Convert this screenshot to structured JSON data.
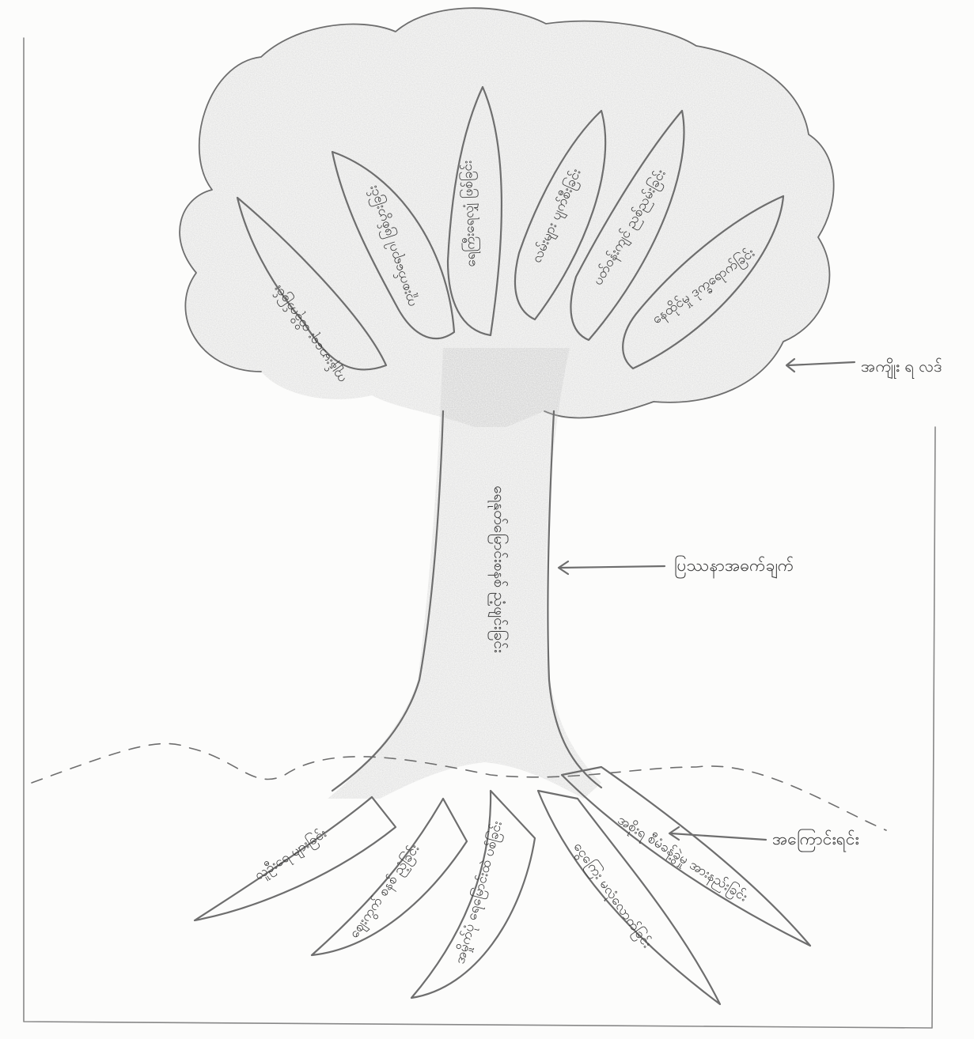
{
  "diagram": {
    "labels": {
      "fruit": "အကျိုး ရ လဒ်",
      "trunk": "ပြဿနာအဓက်ချက်",
      "roots": "အကြောင်းရင်း"
    },
    "trunk_text": "ရေနုတ်မြောင်းစနစ် ညံ့ဖျင်းခြင်း",
    "leaves": [
      "ကျန်းမာရေး ထိခိုက်ခြင်း",
      "ကူးစက်ရောဂါ ဖြစ်ပွားခြင်း",
      "ရေကြီးရေလျှံ ဖြစ်ခြင်း",
      "လမ်းများ ပျက်စီးခြင်း",
      "ပတ်ဝန်းကျင် ညစ်ညမ်းခြင်း",
      "နေထိုင်မှု ဒုက္ခရောက်ခြင်း"
    ],
    "roots_list": [
      "လူဦးရေ များခြင်း",
      "ဈေးကွက် စနစ် ညံ့ခြင်း",
      "အမှိုက်ပုံ ရေမြောင်းထဲ ပစ်ခြင်း",
      "ငွေကြေး မလုံလောက်ခြင်း",
      "အစိုးရ စီမံခန့်ခွဲမှု အားနည်းခြင်း"
    ]
  },
  "colors": {
    "pencil": "#6e6e6e",
    "shading": "#d2d2d2",
    "paper": "#fcfcfb",
    "text": "#3d3d3d"
  }
}
